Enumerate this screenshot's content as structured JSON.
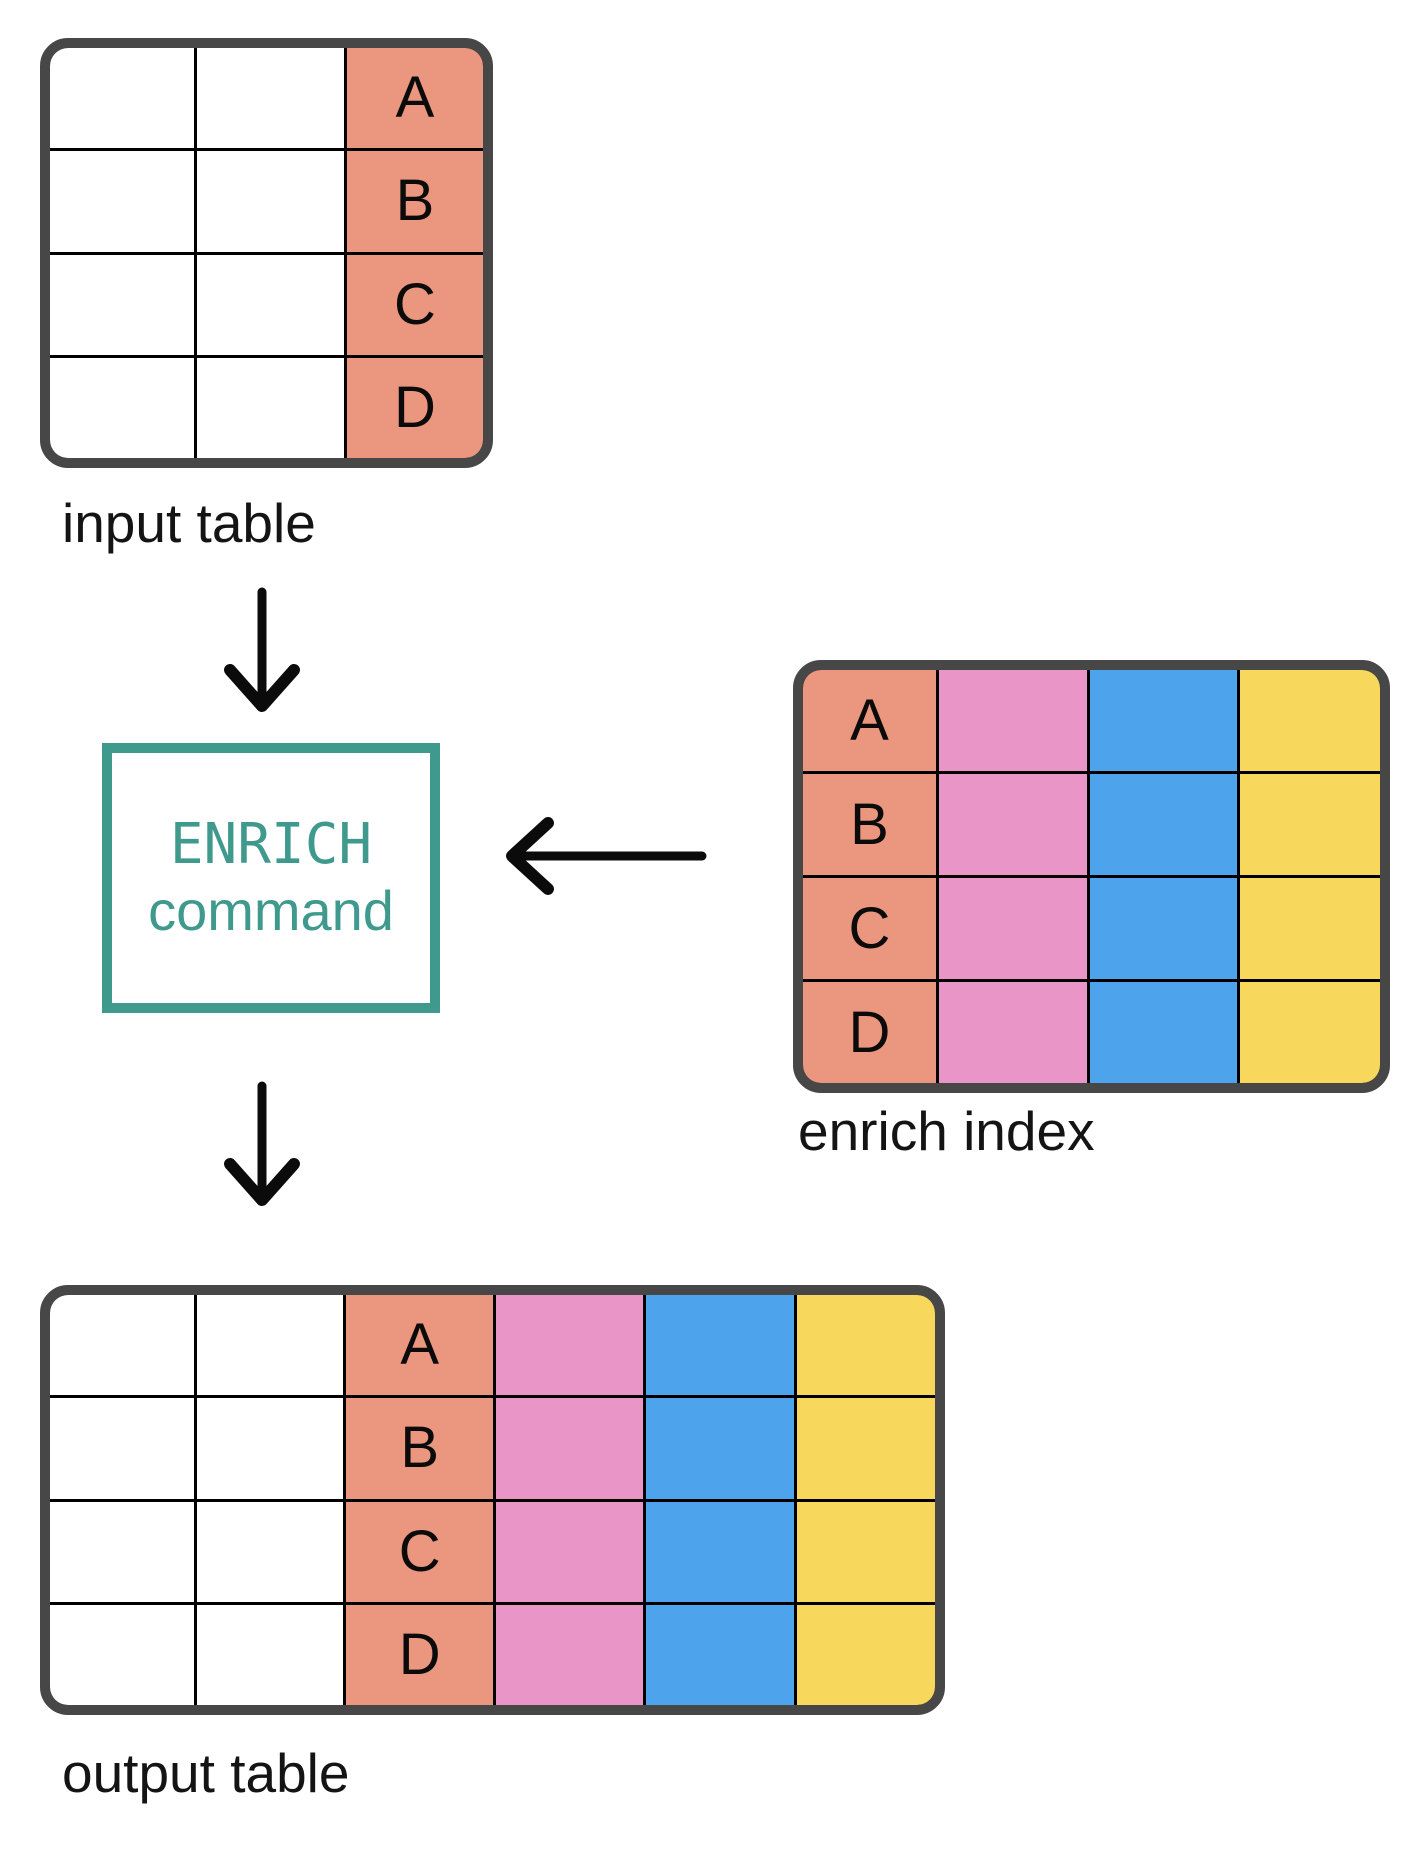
{
  "colors": {
    "salmon": "#EB967E",
    "pink": "#EA95C8",
    "blue": "#4EA4EC",
    "yellow": "#F7D75C",
    "teal": "#3F9A8D",
    "table_border": "#474747",
    "grid_line": "#000000",
    "arrow": "#0B0B0B",
    "text": "#141414",
    "background": "#FFFFFF"
  },
  "input_table": {
    "label": "input table",
    "columns": 3,
    "rows": 4,
    "key_column_index": 2,
    "key_letters": [
      "A",
      "B",
      "C",
      "D"
    ]
  },
  "enrich_command": {
    "keyword": "ENRICH",
    "word": "command"
  },
  "enrich_index": {
    "label": "enrich index",
    "columns": 4,
    "rows": 4,
    "key_column_index": 0,
    "key_letters": [
      "A",
      "B",
      "C",
      "D"
    ]
  },
  "output_table": {
    "label": "output table",
    "columns": 6,
    "rows": 4,
    "key_column_index": 2,
    "key_letters": [
      "A",
      "B",
      "C",
      "D"
    ]
  },
  "icons": {
    "down_arrow": "↓",
    "left_arrow": "←"
  }
}
